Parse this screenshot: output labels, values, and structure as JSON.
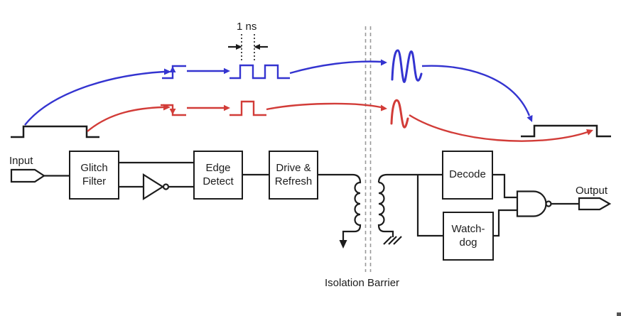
{
  "labels": {
    "input": "Input",
    "output": "Output",
    "isolation_barrier": "Isolation Barrier",
    "pulse_width": "1 ns"
  },
  "blocks": {
    "glitch_filter": {
      "lines": [
        "Glitch",
        "Filter"
      ]
    },
    "edge_detect": {
      "lines": [
        "Edge",
        "Detect"
      ]
    },
    "drive_refresh": {
      "lines": [
        "Drive &",
        "Refresh"
      ]
    },
    "decode": {
      "lines": [
        "Decode"
      ]
    },
    "watchdog": {
      "lines": [
        "Watch-",
        "dog"
      ]
    }
  },
  "colors": {
    "rising_edge_channel_blue": "#3434d0",
    "falling_edge_channel_red": "#d23c38",
    "line_black": "#1c1c1c",
    "barrier_gray": "#9a9a9a",
    "background": "#ffffff"
  },
  "icons": {
    "input-pin-icon": "pentagon-flag-right",
    "output-pin-icon": "pentagon-flag-right",
    "inverter-icon": "triangle-with-bubble",
    "nand-gate-icon": "d-shape-with-bubble",
    "transformer-primary-coil-icon": "4-hump-coil-left",
    "transformer-secondary-coil-icon": "4-hump-coil-right",
    "signal-ground-arrow-icon": "down-arrow",
    "chassis-ground-icon": "three-diagonal-strokes",
    "isolation-barrier-icon": "double-dashed-vertical-lines",
    "measurement-arrows-icon": "inward-arrow-pair-with-dotted-ticks"
  }
}
